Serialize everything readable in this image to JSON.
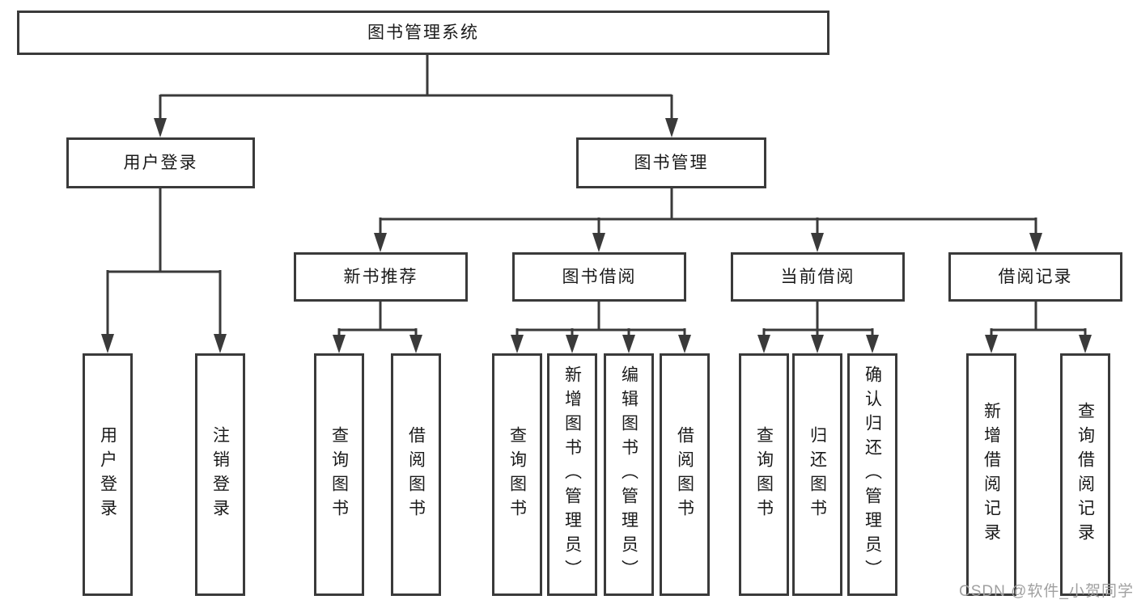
{
  "colors": {
    "line": "#3a3a3a",
    "box_border": "#3a3a3a",
    "text": "#1a1a1a",
    "background": "#ffffff",
    "watermark": "#a0a0a0"
  },
  "watermark": {
    "text": "CSDN @软件_小贺同学"
  },
  "tree": {
    "label": "图书管理系统",
    "children": [
      {
        "label": "用户登录",
        "children": [
          {
            "label": "用户登录"
          },
          {
            "label": "注销登录"
          }
        ]
      },
      {
        "label": "图书管理",
        "children": [
          {
            "label": "新书推荐",
            "children": [
              {
                "label": "查询图书"
              },
              {
                "label": "借阅图书"
              }
            ]
          },
          {
            "label": "图书借阅",
            "children": [
              {
                "label": "查询图书"
              },
              {
                "label": "新增图书（管理员）"
              },
              {
                "label": "编辑图书（管理员）"
              },
              {
                "label": "借阅图书"
              }
            ]
          },
          {
            "label": "当前借阅",
            "children": [
              {
                "label": "查询图书"
              },
              {
                "label": "归还图书"
              },
              {
                "label": "确认归还（管理员）"
              }
            ]
          },
          {
            "label": "借阅记录",
            "children": [
              {
                "label": "新增借阅记录"
              },
              {
                "label": "查询借阅记录"
              }
            ]
          }
        ]
      }
    ]
  }
}
